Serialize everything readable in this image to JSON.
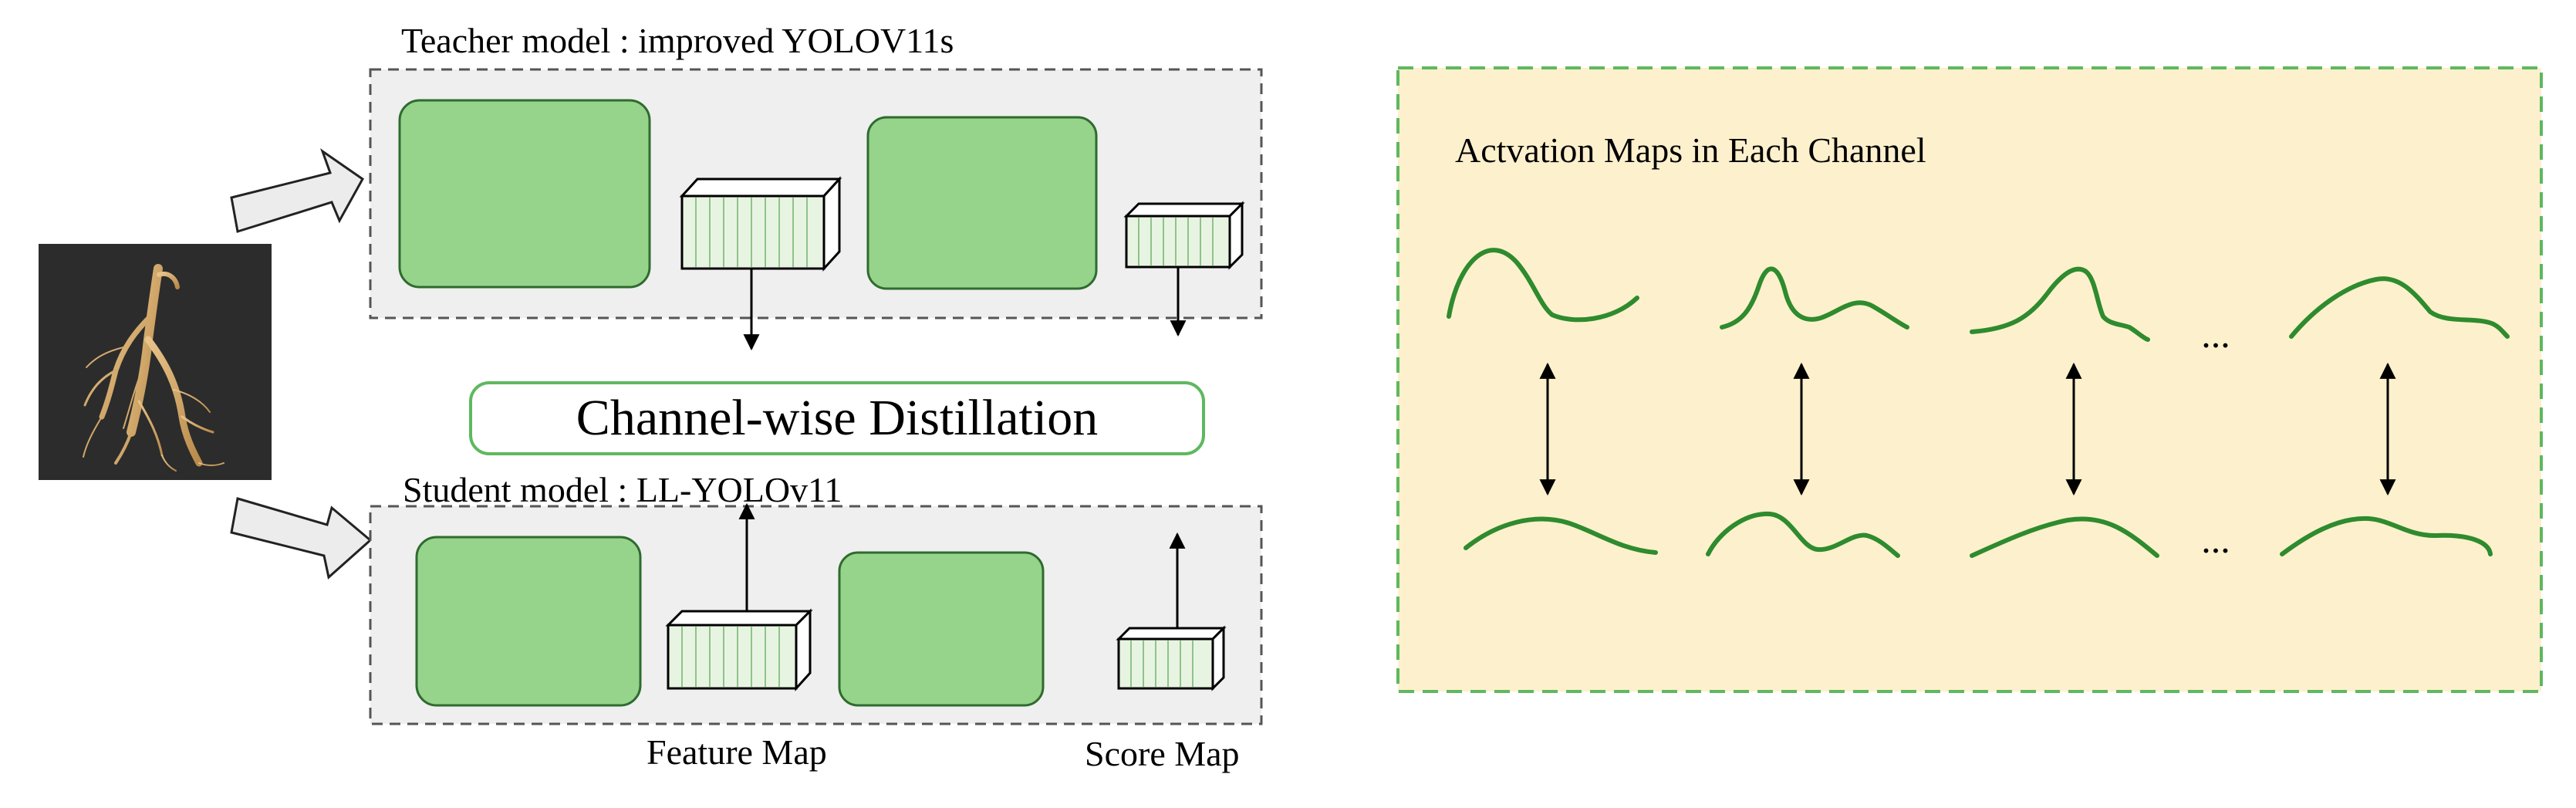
{
  "teacher": {
    "title": "Teacher model : improved YOLOV11s"
  },
  "student": {
    "title": "Student model : LL-YOLOv11"
  },
  "distillation": {
    "label": "Channel-wise Distillation"
  },
  "labels": {
    "feature_map": "Feature Map",
    "score_map": "Score Map"
  },
  "activation_panel": {
    "title": "Actvation Maps in Each Channel",
    "ellipsis": "..."
  },
  "colors": {
    "block_fill": "#96d38b",
    "block_stroke": "#2f6b2f",
    "model_box_fill": "#efefef",
    "panel_fill": "#fdf0cd",
    "panel_border": "#5fb85f",
    "curve": "#2e8b2e"
  },
  "icons": {
    "input_image": "ginseng-root-photo",
    "input_arrow": "block-arrow-right-icon"
  }
}
